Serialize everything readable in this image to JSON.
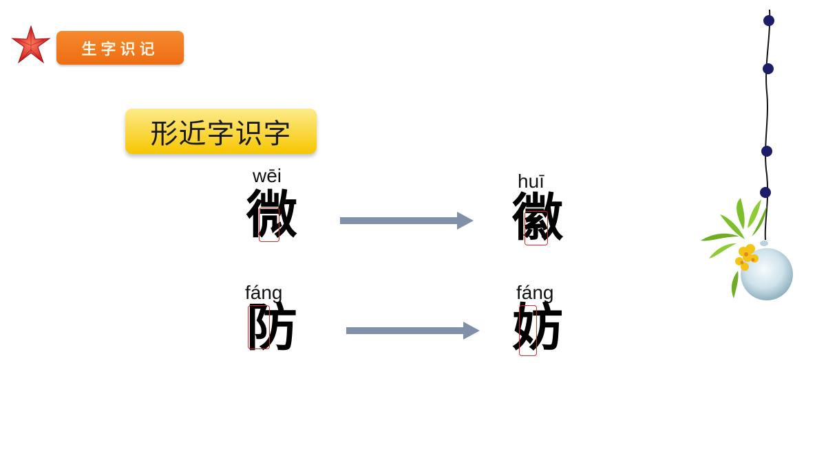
{
  "header": {
    "label": "生字识记",
    "icon": "star-icon"
  },
  "section": {
    "title": "形近字识字"
  },
  "pairs": [
    {
      "left": {
        "pinyin": "wēi",
        "char": "微"
      },
      "right": {
        "pinyin": "huī",
        "char": "徽"
      }
    },
    {
      "left": {
        "pinyin": "fáng",
        "char": "防"
      },
      "right": {
        "pinyin": "fáng",
        "char": "妨"
      }
    }
  ],
  "colors": {
    "header_bg": "#f07a1e",
    "title_bg": "#f9d33a",
    "arrow": "#8090a8",
    "highlight_box": "#d42a2a"
  }
}
